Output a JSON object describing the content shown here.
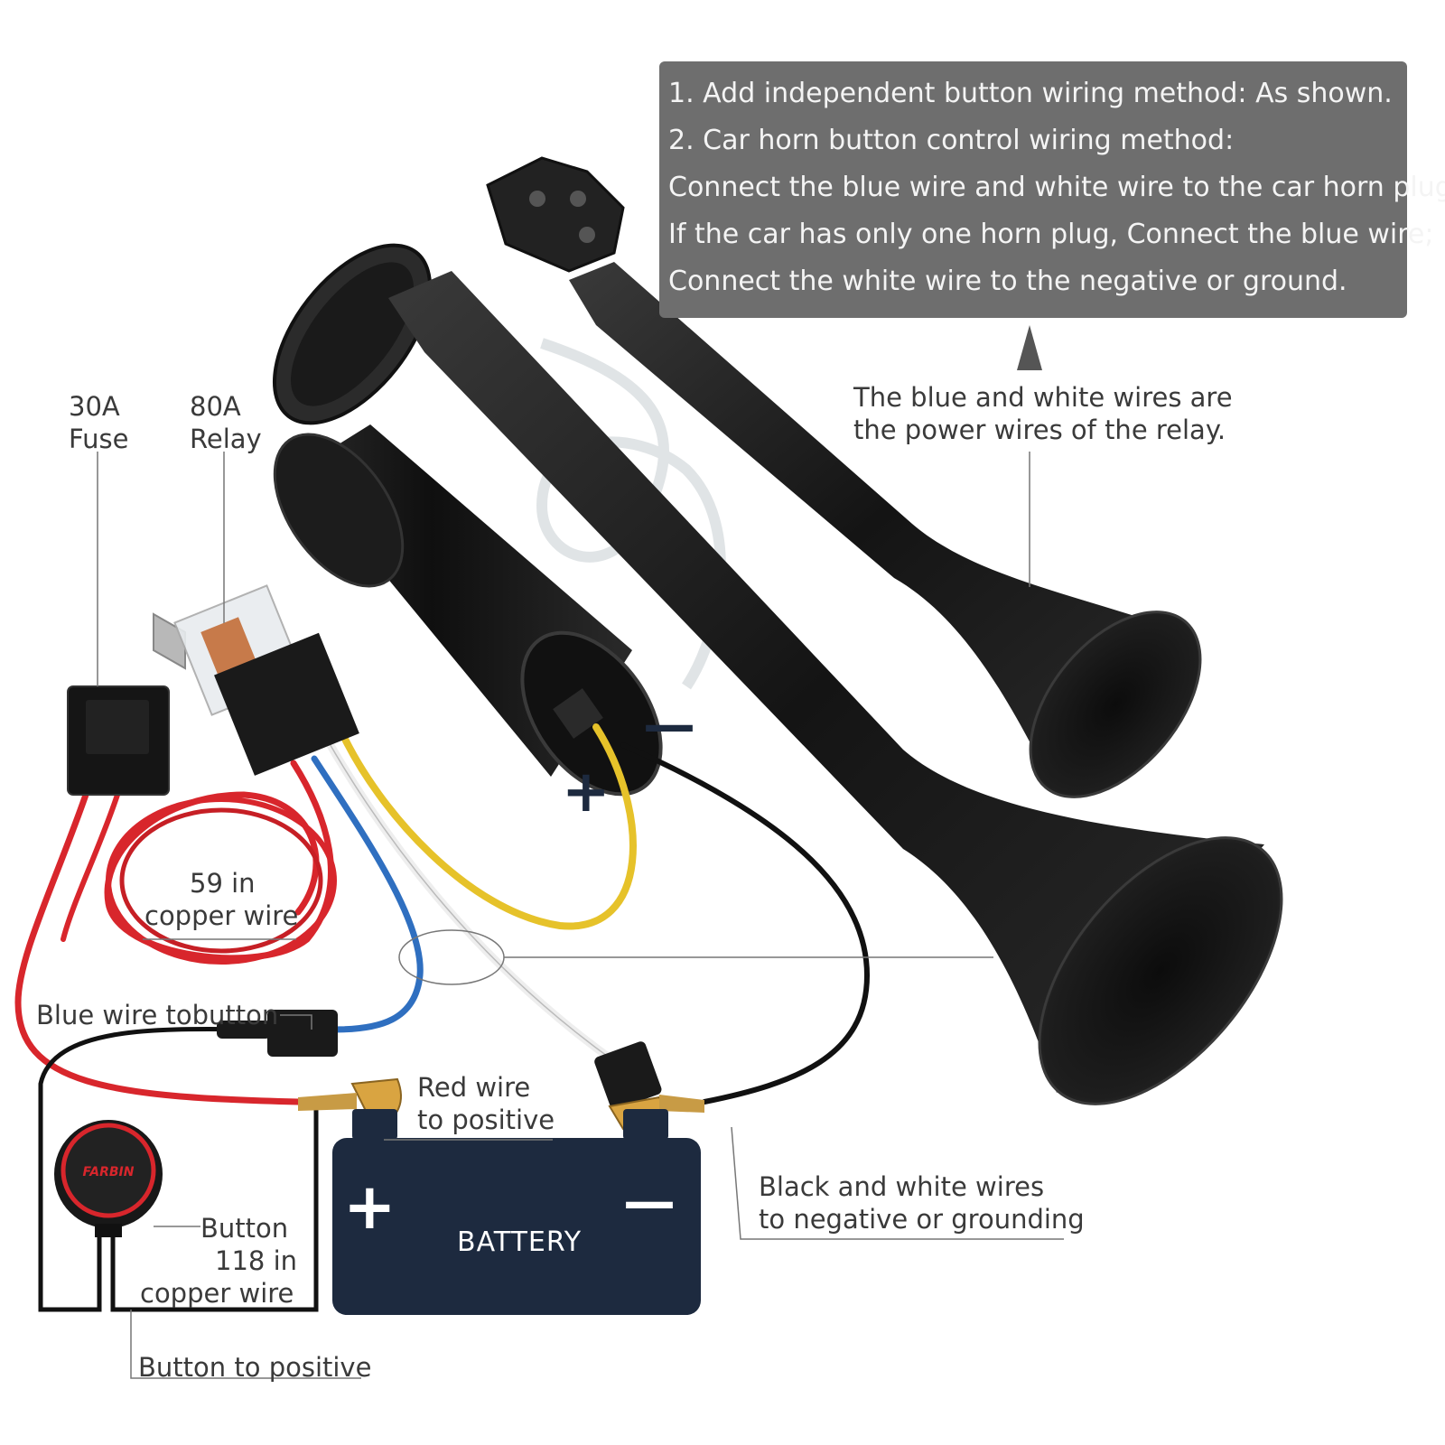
{
  "info_box": {
    "lines": [
      "1.  Add independent button wiring method: As shown.",
      "2.  Car horn button control wiring method:",
      "Connect the blue wire and white wire to the car horn plug.",
      "If the car has only one horn plug, Connect the blue wire;",
      "Connect the white wire to the negative or ground."
    ]
  },
  "labels": {
    "fuse_line1": "30A",
    "fuse_line2": "Fuse",
    "relay_line1": "80A",
    "relay_line2": "Relay",
    "power_wires_line1": "The blue and white wires are",
    "power_wires_line2": "the power wires of the relay.",
    "copper59_line1": "59 in",
    "copper59_line2": "copper wire",
    "blue_wire": "Blue wire tobutton",
    "red_wire_line1": "Red wire",
    "red_wire_line2": "to positive",
    "black_white_line1": "Black and white wires",
    "black_white_line2": "to negative or grounding",
    "button_line1": "Button",
    "button_line2": "118 in",
    "button_line3": "copper wire",
    "button_positive": "Button to positive",
    "battery": "BATTERY",
    "battery_plus": "+",
    "battery_minus": "—",
    "compressor_plus": "+",
    "compressor_minus": "—",
    "brand": "FARBIN"
  },
  "colors": {
    "info_bg": "#6e6e6e",
    "battery": "#1d2a3f",
    "wire_red": "#d8262c",
    "wire_blue": "#2f6fc0",
    "wire_yellow": "#e6c22a",
    "wire_white": "#f2f2f2",
    "wire_black": "#111111",
    "horn": "#1a1a1a"
  }
}
